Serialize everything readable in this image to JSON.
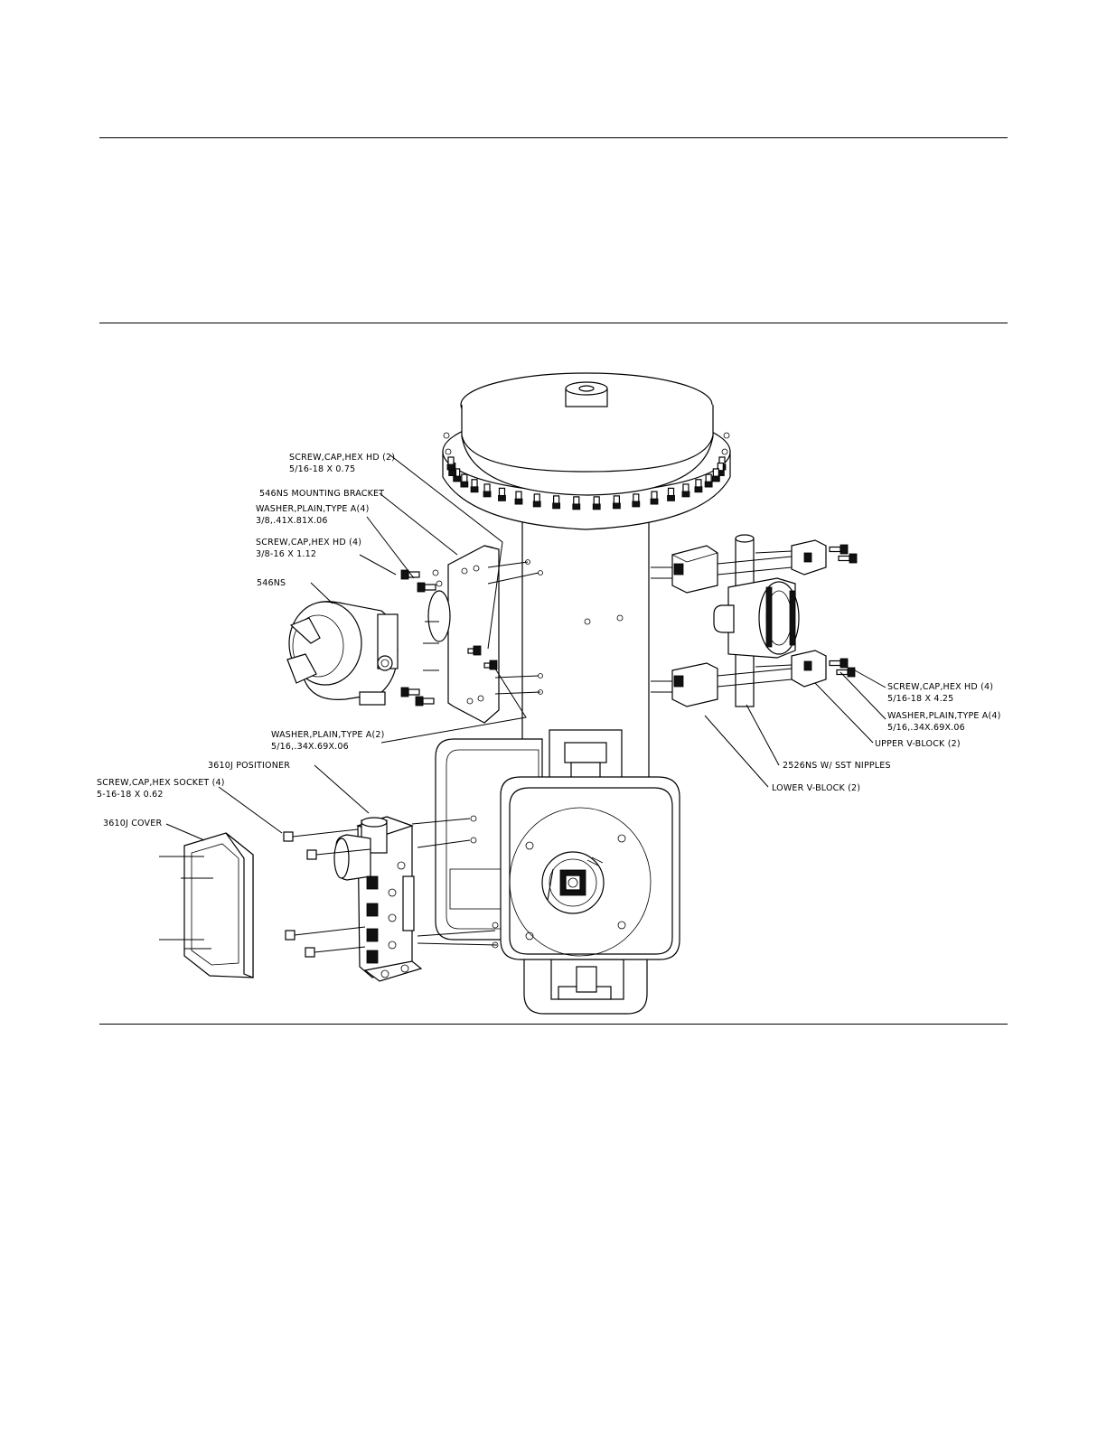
{
  "callouts": {
    "screw_cap_hex_hd_2_l1": "SCREW,CAP,HEX HD (2)",
    "screw_cap_hex_hd_2_l2": "5/16-18 X 0.75",
    "bracket": "546NS MOUNTING BRACKET",
    "washer_4_l1": "WASHER,PLAIN,TYPE A(4)",
    "washer_4_l2": "3/8,.41X.81X.06",
    "screw_cap_hex_hd_4_l1": "SCREW,CAP,HEX HD (4)",
    "screw_cap_hex_hd_4_l2": "3/8-16 X 1.12",
    "transducer": "546NS",
    "washer_2_l1": "WASHER,PLAIN,TYPE A(2)",
    "washer_2_l2": "5/16,.34X.69X.06",
    "positioner": "3610J POSITIONER",
    "screw_socket_l1": "SCREW,CAP,HEX SOCKET (4)",
    "screw_socket_l2": "5-16-18 X 0.62",
    "cover": "3610J COVER",
    "r_screw_l1": "SCREW,CAP,HEX HD (4)",
    "r_screw_l2": "5/16-18 X 4.25",
    "r_washer_l1": "WASHER,PLAIN,TYPE A(4)",
    "r_washer_l2": "5/16,.34X.69X.06",
    "upper_vblock": "UPPER V-BLOCK (2)",
    "nipples": "2526NS W/ SST NIPPLES",
    "lower_vblock": "LOWER V-BLOCK (2)"
  }
}
